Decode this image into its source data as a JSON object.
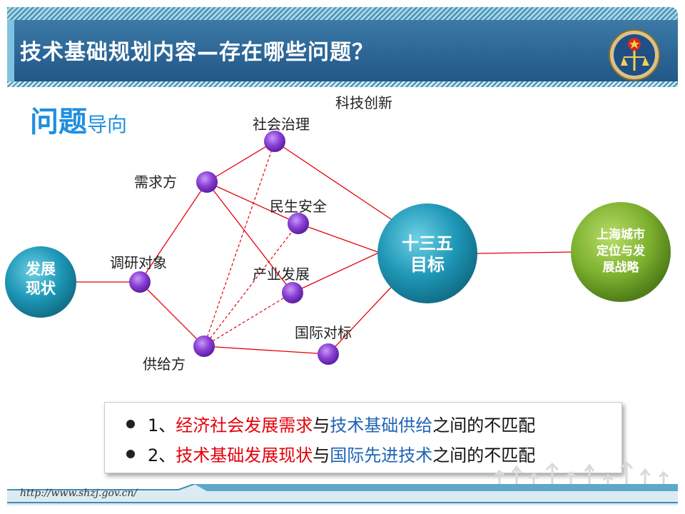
{
  "title": "技术基础规划内容—存在哪些问题？",
  "heading": {
    "strong": "问题",
    "light": "导向"
  },
  "diagram": {
    "labels": {
      "tech_innovation": "科技创新",
      "social_governance": "社会治理",
      "demand_side": "需求方",
      "livelihood_safety": "民生安全",
      "research_object": "调研对象",
      "industry_development": "产业发展",
      "international_benchmark": "国际对标",
      "supply_side": "供给方"
    },
    "bubbles": {
      "current_status": [
        "发展",
        "现状"
      ],
      "goal": [
        "十三五",
        "目标"
      ],
      "strategy": [
        "上海城市",
        "定位与发",
        "展战略"
      ]
    }
  },
  "problems": [
    {
      "prefix": "1、",
      "red": "经济社会发展需求",
      "mid": "与",
      "blue": "技术基础供给",
      "suffix": "之间的不匹配"
    },
    {
      "prefix": "2、",
      "red": "技术基础发展现状",
      "mid": "与",
      "blue": "国际先进技术",
      "suffix": "之间的不匹配"
    }
  ],
  "footer": {
    "url": "http://www.shzj.gov.cn/"
  },
  "colors": {
    "title_bar": "#2a6393",
    "node_purple": "#8a3fd6",
    "line_red": "#e3000b",
    "teal": "#1e97b6",
    "green": "#72a829"
  }
}
